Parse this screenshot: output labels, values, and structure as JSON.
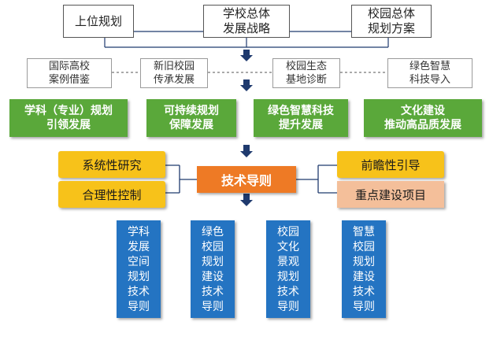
{
  "top_row": [
    {
      "label": "上位规划"
    },
    {
      "label": "学校总体\n发展战略"
    },
    {
      "label": "校园总体\n规划方案"
    }
  ],
  "reference_row": [
    {
      "label": "国际高校\n案例借鉴"
    },
    {
      "label": "新旧校园\n传承发展"
    },
    {
      "label": "校园生态\n基地诊断"
    },
    {
      "label": "绿色智慧\n科技导入"
    }
  ],
  "strategy_row": [
    {
      "label": "学科（专业）规划\n引领发展"
    },
    {
      "label": "可持续规划\n保障发展"
    },
    {
      "label": "绿色智慧科技\n提升发展"
    },
    {
      "label": "文化建设\n推动高品质发展"
    }
  ],
  "center": {
    "label": "技术导则"
  },
  "left_factors": [
    {
      "label": "系统性研究"
    },
    {
      "label": "合理性控制"
    }
  ],
  "right_factors": [
    {
      "label": "前瞻性引导"
    },
    {
      "label": "重点建设项目"
    }
  ],
  "guidelines": [
    {
      "label": "学科\n发展\n空间\n规划\n技术\n导则"
    },
    {
      "label": "绿色\n校园\n规划\n建设\n技术\n导则"
    },
    {
      "label": "校园\n文化\n景观\n规划\n技术\n导则"
    },
    {
      "label": "智慧\n校园\n规划\n建设\n技术\n导则"
    }
  ],
  "colors": {
    "strategy_green": "#5aa83a",
    "factor_gold": "#f7c21a",
    "project_peach": "#f4bf9a",
    "center_orange": "#ee7a25",
    "guideline_blue": "#2474c2",
    "arrow_navy": "#1f3a6e"
  }
}
